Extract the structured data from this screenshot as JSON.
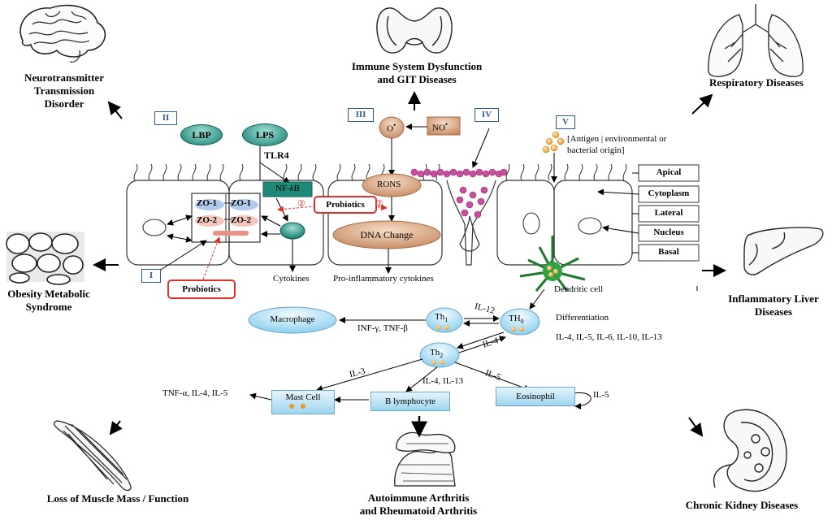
{
  "roman": {
    "i": "I",
    "ii": "II",
    "iii": "III",
    "iv": "IV",
    "v": "V"
  },
  "organs": {
    "brain": "Neurotransmitter Transmission Disorder",
    "brain_lines": [
      "Neurotransmitter",
      "Transmission",
      "Disorder"
    ],
    "thyroid_lines": [
      "Immune System Dysfunction",
      "and GIT Diseases"
    ],
    "lungs": "Respiratory Diseases",
    "adipose_lines": [
      "Obesity Metabolic",
      "Syndrome"
    ],
    "liver_lines": [
      "Inflammatory Liver",
      "Diseases"
    ],
    "muscle": "Loss of Muscle Mass / Function",
    "joint_lines": [
      "Autoimmune Arthritis",
      "and Rheumatoid Arthritis"
    ],
    "kidney": "Chronic Kidney Diseases"
  },
  "epithelium": {
    "lbp": "LBP",
    "lps": "LPS",
    "tlr4": "TLR4",
    "nfkb_pre": "NF-",
    "nfkb_k": "k",
    "nfkb_post": "B",
    "zo1": "ZO-1",
    "zo2": "ZO-2",
    "probiotics": "Probiotics",
    "probiotics_marker": "②",
    "rons": "RONS",
    "dna_change": "DNA Change",
    "o_radical": "O",
    "no_radical": "NO",
    "radical_dot": "•",
    "cytokines": "Cytokines",
    "pro_inflammatory": "Pro-inflammatory cytokines",
    "antigen_lines": [
      "[Antigen | environmental or",
      "bacterial origin]"
    ]
  },
  "layers": [
    "Apical",
    "Cytoplasm",
    "Lateral",
    "Nucleus",
    "Basal"
  ],
  "immune": {
    "dendritic": "Dendritic cell",
    "macrophage": "Macrophage",
    "th1": "Th",
    "th1_sub": "1",
    "th0": "TH",
    "th0_sub": "0",
    "th2": "Th",
    "th2_sub": "2",
    "il12": "IL-12",
    "il4": "IL-4",
    "differentiation": "Differentiation",
    "diff_cytokines": "IL-4, IL-5, IL-6, IL-10, IL-13",
    "inf": "INF-γ, TNF-β",
    "il3": "IL-3",
    "il5": "IL-5",
    "il4_il13": "IL-4, IL-13",
    "mast_cell": "Mast Cell",
    "b_lymphocyte": "B lymphocyte",
    "eosinophil": "Eosinophil",
    "eos_loop": "IL-5",
    "mast_out": "TNF-α, IL-4, IL-5"
  }
}
